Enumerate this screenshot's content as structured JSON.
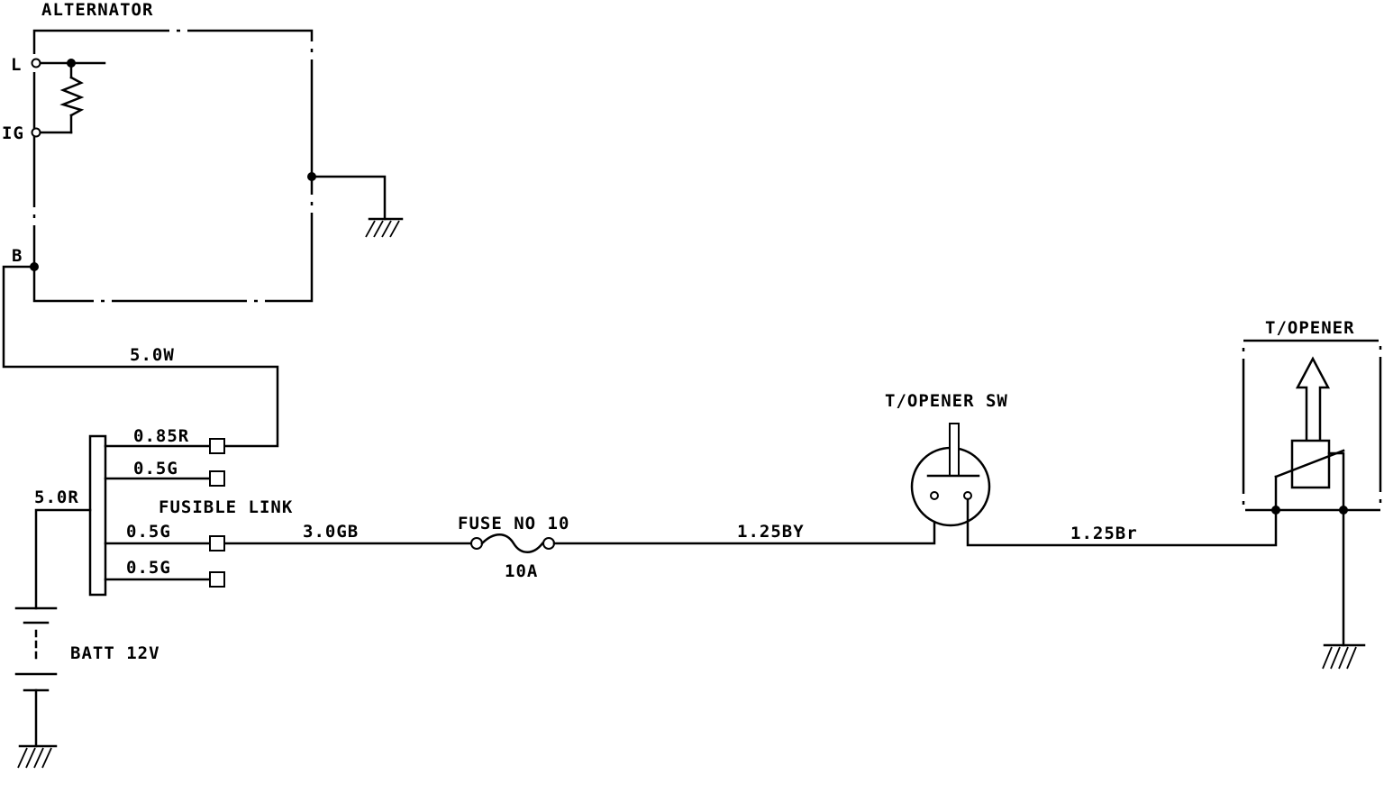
{
  "components": {
    "alternator": {
      "label": "ALTERNATOR",
      "terminal_l": "L",
      "terminal_ig": "IG",
      "terminal_b": "B"
    },
    "fusible_link": {
      "label": "FUSIBLE LINK"
    },
    "battery": {
      "label": "BATT 12V"
    },
    "fuse": {
      "label": "FUSE NO 10",
      "rating": "10A"
    },
    "switch": {
      "label": "T/OPENER SW"
    },
    "opener": {
      "label": "T/OPENER"
    }
  },
  "wires": {
    "alt_to_link": "5.0W",
    "link_out_1": "0.85R",
    "link_out_2": "0.5G",
    "batt_to_link": "5.0R",
    "link_out_3": "0.5G",
    "link_to_fuse": "3.0GB",
    "link_out_4": "0.5G",
    "fuse_to_switch": "1.25BY",
    "switch_to_opener": "1.25Br"
  }
}
